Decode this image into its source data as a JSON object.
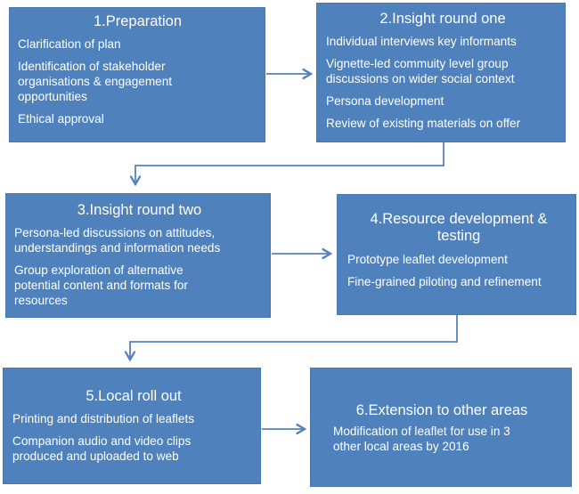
{
  "palette": {
    "background": "#ffffff",
    "box_fill": "#4f81bd",
    "box_border": "#4777ad",
    "arrow": "#5581be",
    "text": "#ffffff"
  },
  "boxes": [
    {
      "title": "1.Preparation",
      "items": [
        "Clarification of plan",
        "Identification of stakeholder\norganisations & engagement\nopportunities",
        "Ethical approval"
      ]
    },
    {
      "title": "2.Insight round one",
      "items": [
        "Individual interviews key informants",
        "Vignette-led commuity level group\ndiscussions on wider social context",
        "Persona development",
        "Review of existing materials on offer"
      ]
    },
    {
      "title": "3.Insight round two",
      "items": [
        "Persona-led discussions on attitudes,\nunderstandings and information needs",
        "Group exploration of alternative\npotential content and formats for\nresources"
      ]
    },
    {
      "title": "4.Resource development &\ntesting",
      "items": [
        "Prototype leaflet development",
        "Fine-grained piloting and refinement"
      ]
    },
    {
      "title": "5.Local roll out",
      "items": [
        "Printing and distribution of leaflets",
        "Companion audio and video clips\nproduced and uploaded to web"
      ]
    },
    {
      "title": "6.Extension to other areas",
      "items": [
        "Modification of leaflet for use in 3\nother local areas by 2016"
      ]
    }
  ],
  "connections": [
    {
      "from": "1.Preparation",
      "to": "2.Insight round one",
      "shape": "straight-right"
    },
    {
      "from": "2.Insight round one",
      "to": "3.Insight round two",
      "shape": "elbow-down-left"
    },
    {
      "from": "3.Insight round two",
      "to": "4.Resource development & testing",
      "shape": "straight-right"
    },
    {
      "from": "4.Resource development & testing",
      "to": "5.Local roll out",
      "shape": "elbow-down-left"
    },
    {
      "from": "5.Local roll out",
      "to": "6.Extension to other areas",
      "shape": "straight-right"
    }
  ]
}
